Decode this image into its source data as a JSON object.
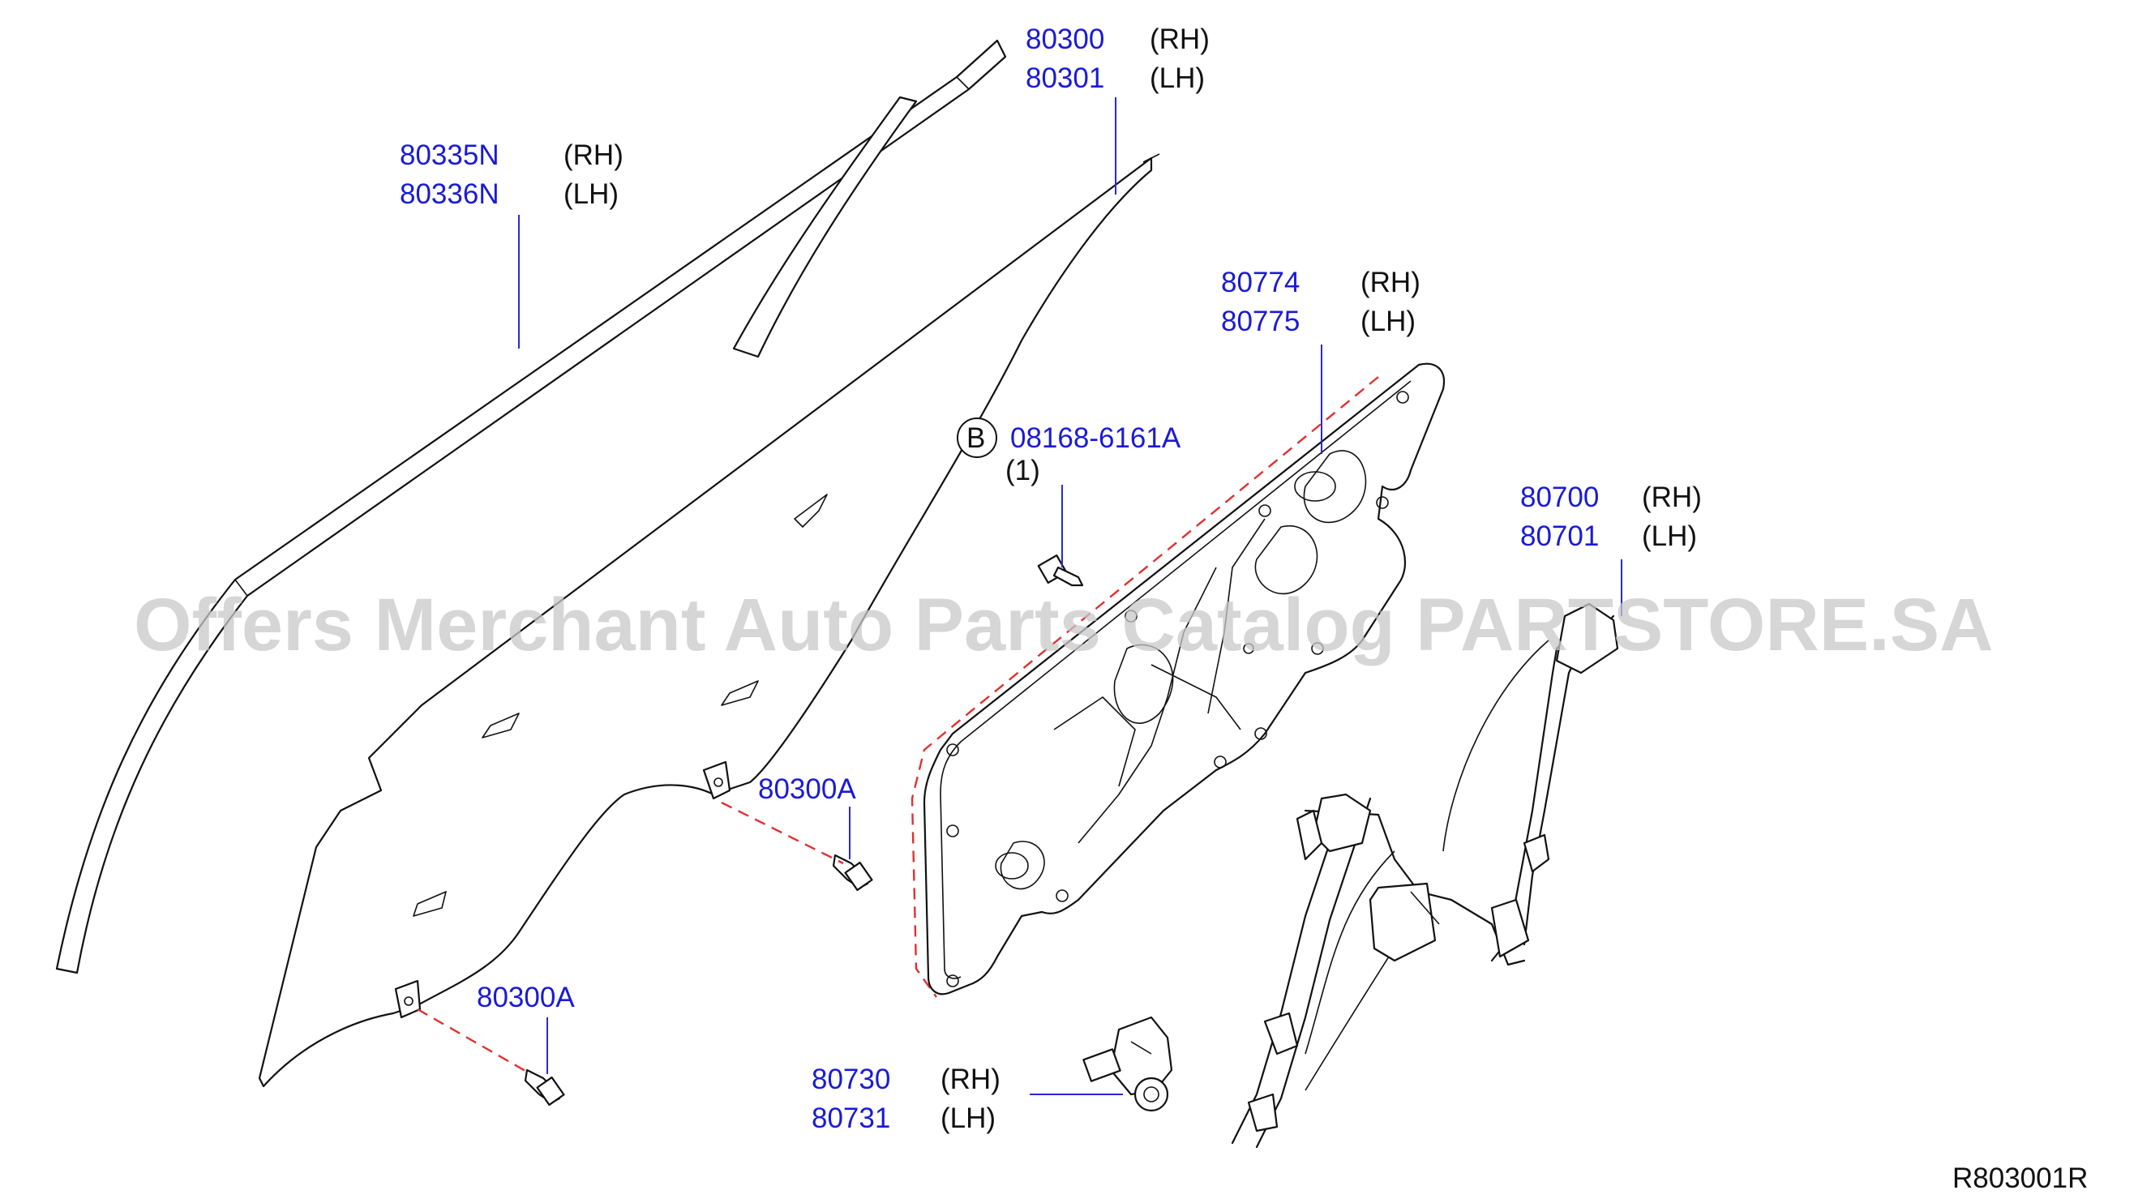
{
  "watermark": "Offers Merchant Auto Parts Catalog PARTSTORE.SA",
  "diagram_ref": "R803001R",
  "callouts": {
    "glass": {
      "part_rh": "80300",
      "side_rh": "(RH)",
      "part_lh": "80301",
      "side_lh": "(LH)"
    },
    "run_channel": {
      "part_rh": "80335N",
      "side_rh": "(RH)",
      "part_lh": "80336N",
      "side_lh": "(LH)"
    },
    "base_panel": {
      "part_rh": "80774",
      "side_rh": "(RH)",
      "part_lh": "80775",
      "side_lh": "(LH)"
    },
    "bolt_b": {
      "badge": "B",
      "part": "08168-6161A",
      "qty": "(1)"
    },
    "regulator": {
      "part_rh": "80700",
      "side_rh": "(RH)",
      "part_lh": "80701",
      "side_lh": "(LH)"
    },
    "glass_bolt_upper": {
      "part": "80300A"
    },
    "glass_bolt_lower": {
      "part": "80300A"
    },
    "motor": {
      "part_rh": "80730",
      "side_rh": "(RH)",
      "part_lh": "80731",
      "side_lh": "(LH)"
    }
  },
  "colors": {
    "part_number": "#1a1ad6",
    "leader": "#2a2ad0",
    "dashed_ref": "#e03030",
    "line": "#111111",
    "watermark": "#c9c9c9"
  }
}
